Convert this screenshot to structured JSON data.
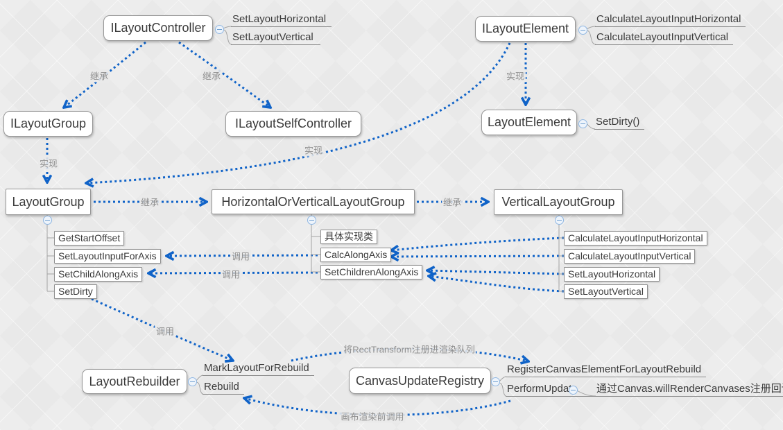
{
  "colors": {
    "accent_blue": "#1063c8",
    "edge_label_gray": "#8f8f8f",
    "background": "#e9e9e9",
    "node_border": "#979797"
  },
  "nodes": {
    "i_layout_controller": {
      "title": "ILayoutController",
      "methods": [
        "SetLayoutHorizontal",
        "SetLayoutVertical"
      ]
    },
    "i_layout_element": {
      "title": "ILayoutElement",
      "methods": [
        "CalculateLayoutInputHorizontal",
        "CalculateLayoutInputVertical"
      ]
    },
    "i_layout_group": {
      "title": "ILayoutGroup"
    },
    "i_layout_self_controller": {
      "title": "ILayoutSelfController"
    },
    "layout_element": {
      "title": "LayoutElement",
      "methods": [
        "SetDirty()"
      ]
    },
    "layout_group": {
      "title": "LayoutGroup",
      "methods": [
        "GetStartOffset",
        "SetLayoutInputForAxis",
        "SetChildAlongAxis",
        "SetDirty"
      ]
    },
    "horizontal_or_vertical_layout_group": {
      "title": "HorizontalOrVerticalLayoutGroup",
      "methods": [
        "具体实现类",
        "CalcAlongAxis",
        "SetChildrenAlongAxis"
      ]
    },
    "vertical_layout_group": {
      "title": "VerticalLayoutGroup",
      "methods": [
        "CalculateLayoutInputHorizontal",
        "CalculateLayoutInputVertical",
        "SetLayoutHorizontal",
        "SetLayoutVertical"
      ]
    },
    "layout_rebuilder": {
      "title": "LayoutRebuilder",
      "methods": [
        "MarkLayoutForRebuild",
        "Rebuild"
      ]
    },
    "canvas_update_registry": {
      "title": "CanvasUpdateRegistry",
      "methods": [
        "RegisterCanvasElementForLayoutRebuild",
        "PerformUpdate"
      ],
      "perform_update_note": "通过Canvas.willRenderCanvases注册回调"
    }
  },
  "edge_labels": {
    "controller_to_group": "继承",
    "controller_to_self_controller": "继承",
    "element_to_layout_element": "实现",
    "element_to_layout_group": "实现",
    "group_to_layout_group": "实现",
    "layout_group_to_hov": "继承",
    "hov_to_vertical": "继承",
    "calc_to_set_layout_input": "调用",
    "set_children_to_set_child": "调用",
    "set_dirty_to_mark": "调用",
    "mark_to_register": "将RectTransform注册进渲染队列",
    "perform_to_rebuild": "画布渲染前调用"
  }
}
